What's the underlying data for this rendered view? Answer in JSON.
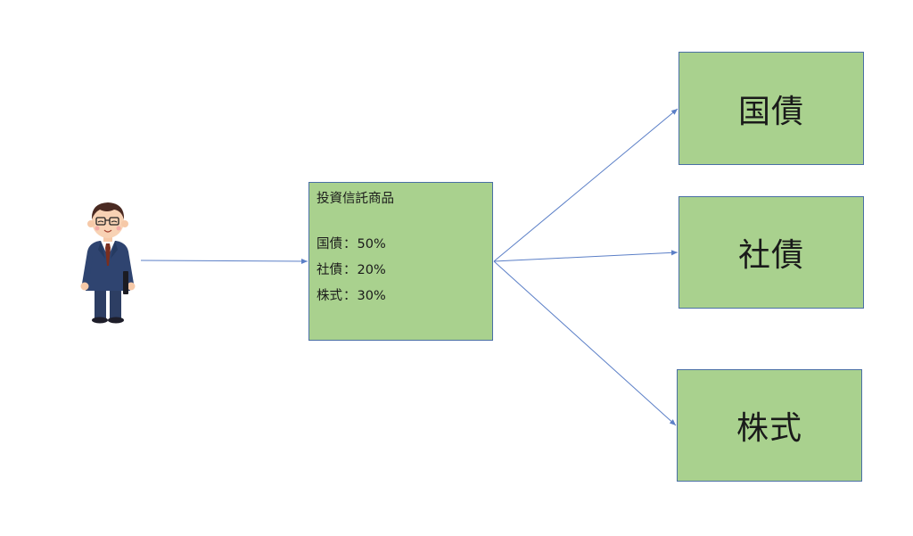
{
  "fund": {
    "title": "投資信託商品",
    "allocations": [
      {
        "name": "国債",
        "separator": "：",
        "percent": "50%"
      },
      {
        "name": "社債",
        "separator": "：",
        "percent": "20%"
      },
      {
        "name": "株式",
        "separator": "：",
        "percent": "30%"
      }
    ]
  },
  "assets": [
    {
      "label": "国債"
    },
    {
      "label": "社債"
    },
    {
      "label": "株式"
    }
  ],
  "colors": {
    "box_fill": "#a9d18e",
    "box_border": "#4a6fa5",
    "arrow": "#5b7fc7"
  },
  "icons": {
    "investor": "businessman-icon"
  }
}
